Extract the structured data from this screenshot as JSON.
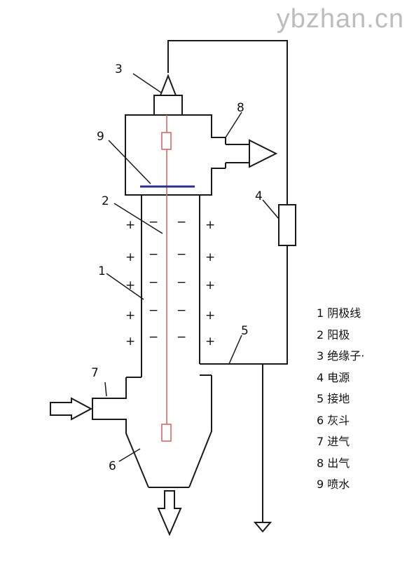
{
  "watermark": {
    "main": "ybzhan.cn"
  },
  "callouts": [
    "1",
    "2",
    "3",
    "4",
    "5",
    "6",
    "7",
    "8",
    "9"
  ],
  "charges": {
    "plus": "+",
    "minus": "−"
  },
  "legend": [
    "1 阴极线",
    "2 阳极",
    "3 绝缘子·",
    "4 电源",
    "5 接地",
    "6 灰斗",
    "7 进气",
    "8 出气",
    "9 喷水"
  ],
  "colors": {
    "line": "#1a1a1a",
    "wire": "#d46a6a",
    "spray": "#2a2f8f",
    "watermark": "#c0c0c0"
  }
}
